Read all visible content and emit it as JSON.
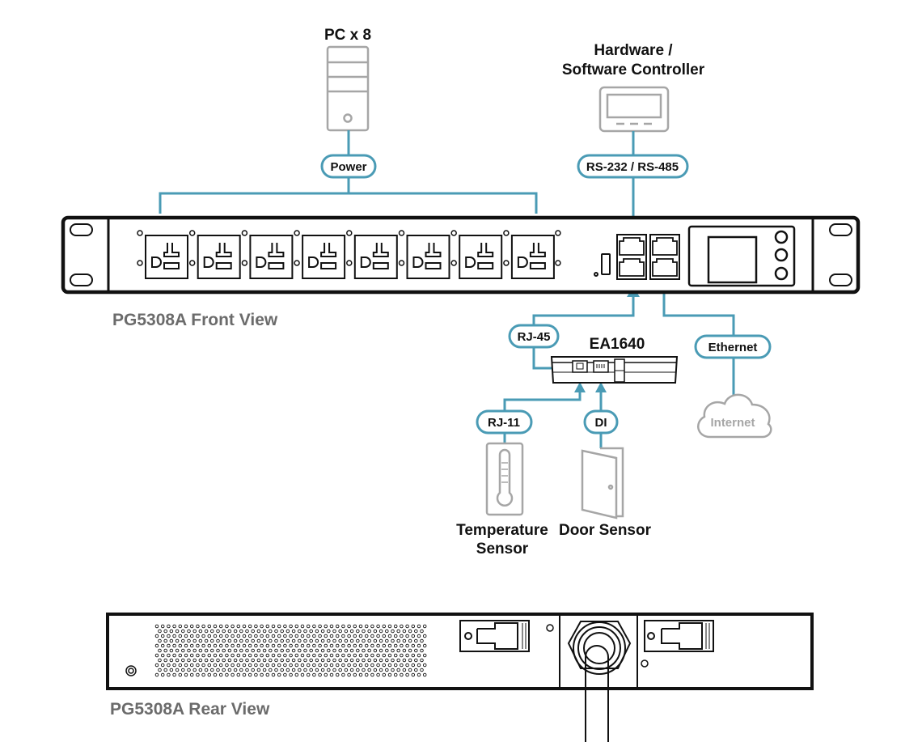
{
  "labels": {
    "pc": "PC x 8",
    "controller_line1": "Hardware /",
    "controller_line2": "Software Controller",
    "power": "Power",
    "rs": "RS-232 / RS-485",
    "front_view": "PG5308A Front View",
    "rj45": "RJ-45",
    "ea1640": "EA1640",
    "ethernet": "Ethernet",
    "internet": "Internet",
    "rj11": "RJ-11",
    "di": "DI",
    "temp_line1": "Temperature",
    "temp_line2": "Sensor",
    "door": "Door Sensor",
    "rear_view": "PG5308A Rear View"
  },
  "front_panel": {
    "outlet_count": 8
  },
  "colors": {
    "connector": "#4a9bb5",
    "device_outline": "#111111",
    "icon_gray": "#a6a6a6",
    "view_label": "#6b6b6b"
  },
  "icons": [
    "pc-tower-icon",
    "controller-icon",
    "cloud-icon",
    "thermometer-icon",
    "door-icon",
    "usb-port-icon",
    "rj45-port-icon"
  ]
}
